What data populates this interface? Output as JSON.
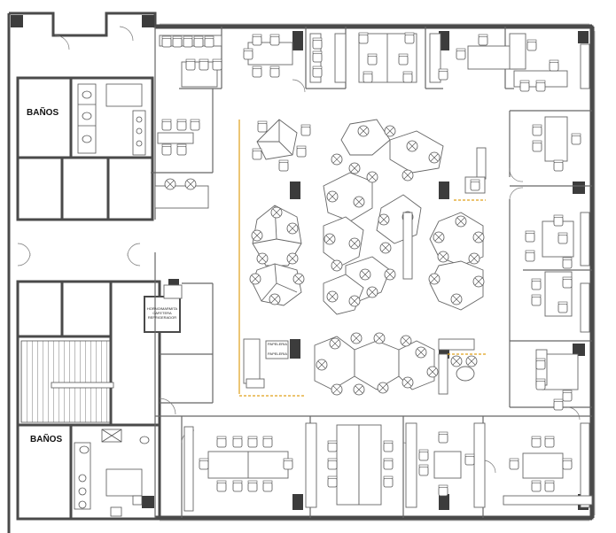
{
  "rooms": {
    "restroom_top": "BAÑOS",
    "restroom_bottom": "BAÑOS",
    "service_box_lines": [
      "HORNO/MARMITA",
      "CAFETERA",
      "REFRIGERADOR"
    ],
    "printer_label_1": "PAPELERIA",
    "printer_label_2": "PAPELERIA"
  },
  "colors": {
    "wall": "#4a4a4a",
    "line": "#555555",
    "furniture": "#777777",
    "column": "#3c3c3c",
    "highlight": "#e0a11a"
  }
}
